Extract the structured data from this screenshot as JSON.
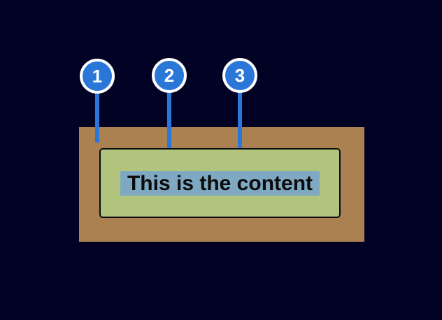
{
  "diagram": {
    "title": "box-model-diagram",
    "background_color": "#020224",
    "callout_color": "#2b77d8",
    "callout_ring_color": "#ffffff",
    "callouts": [
      {
        "number": "1",
        "target": "margin-area"
      },
      {
        "number": "2",
        "target": "border-edge"
      },
      {
        "number": "3",
        "target": "padding-area"
      }
    ],
    "box": {
      "margin_color": "#ab8152",
      "border_color": "#0a0a0a",
      "padding_color": "#b1c47e",
      "content_highlight_color": "#7fa9c2",
      "content_text_color": "#0b0b0b",
      "content_text": "This is the content"
    }
  }
}
